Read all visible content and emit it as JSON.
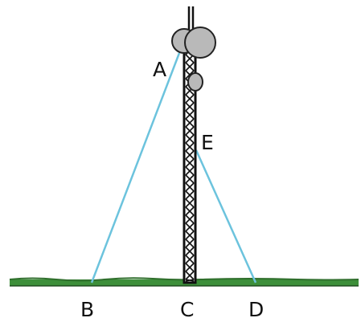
{
  "diagram": {
    "labels": {
      "A": "A",
      "B": "B",
      "C": "C",
      "D": "D",
      "E": "E"
    },
    "colors": {
      "cable": "#6cc3dd",
      "ground": "#3d8f3a",
      "ground_top": "#2f6e2c",
      "tower": "#111111",
      "dish_fill": "#b9b9b9",
      "dish_stroke": "#222222"
    },
    "elements": {
      "tower": "lattice-tower",
      "antennas": "antenna-dishes",
      "ground": "ground-strip",
      "cable_ab": "guy-wire-a-to-b",
      "cable_ed": "guy-wire-e-to-d"
    }
  }
}
